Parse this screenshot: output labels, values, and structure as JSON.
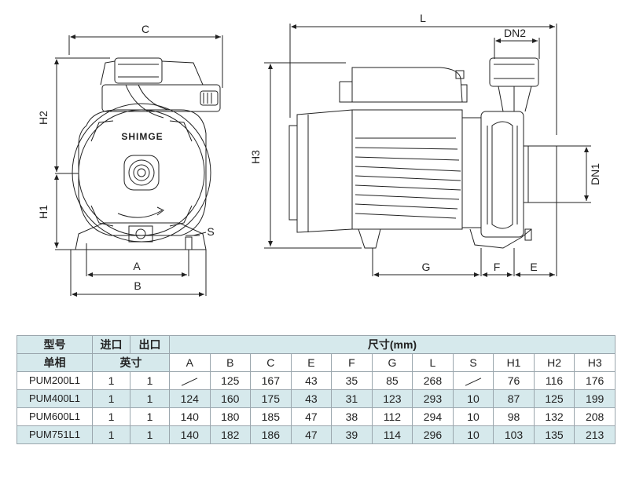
{
  "drawing": {
    "brand": "SHIMGE",
    "front_view_dims": {
      "C": "C",
      "H2": "H2",
      "H1": "H1",
      "A": "A",
      "B": "B",
      "S": "S"
    },
    "side_view_dims": {
      "L": "L",
      "DN2": "DN2",
      "H3": "H3",
      "DN1": "DN1",
      "G": "G",
      "F": "F",
      "E": "E"
    }
  },
  "table": {
    "header_row1": {
      "model": "型号",
      "inlet": "进口",
      "outlet": "出口",
      "dims": "尺寸(mm)"
    },
    "header_row2": {
      "unit": "单相",
      "size": "英寸",
      "cols": [
        "A",
        "B",
        "C",
        "E",
        "F",
        "G",
        "L",
        "S",
        "H1",
        "H2",
        "H3"
      ]
    },
    "rows": [
      {
        "model": "PUM200L1",
        "inlet": "1",
        "outlet": "1",
        "A": "",
        "B": "125",
        "C": "167",
        "E": "43",
        "F": "35",
        "G": "85",
        "L": "268",
        "S": "",
        "H1": "76",
        "H2": "116",
        "H3": "176"
      },
      {
        "model": "PUM400L1",
        "inlet": "1",
        "outlet": "1",
        "A": "124",
        "B": "160",
        "C": "175",
        "E": "43",
        "F": "31",
        "G": "123",
        "L": "293",
        "S": "10",
        "H1": "87",
        "H2": "125",
        "H3": "199"
      },
      {
        "model": "PUM600L1",
        "inlet": "1",
        "outlet": "1",
        "A": "140",
        "B": "180",
        "C": "185",
        "E": "47",
        "F": "38",
        "G": "112",
        "L": "294",
        "S": "10",
        "H1": "98",
        "H2": "132",
        "H3": "208"
      },
      {
        "model": "PUM751L1",
        "inlet": "1",
        "outlet": "1",
        "A": "140",
        "B": "182",
        "C": "186",
        "E": "47",
        "F": "39",
        "G": "114",
        "L": "296",
        "S": "10",
        "H1": "103",
        "H2": "135",
        "H3": "213"
      }
    ]
  }
}
